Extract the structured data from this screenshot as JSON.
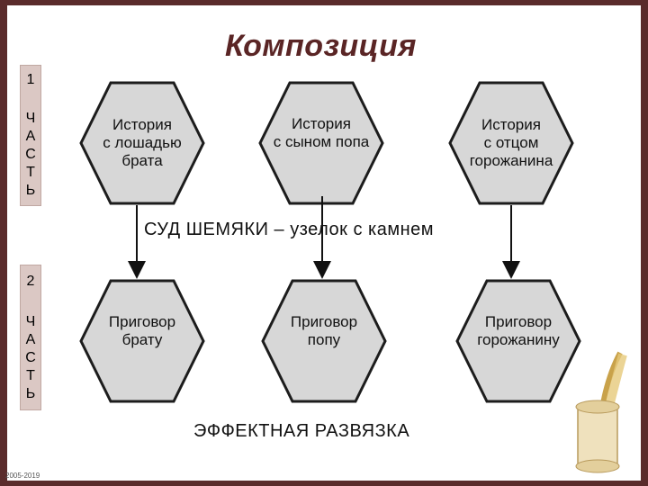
{
  "slide": {
    "title": "Композиция",
    "footer": "2005-2019"
  },
  "part1": {
    "number": "1",
    "word": [
      "Ч",
      "А",
      "С",
      "Т",
      "Ь"
    ]
  },
  "part2": {
    "number": "2",
    "word": [
      "Ч",
      "А",
      "С",
      "Т",
      "Ь"
    ]
  },
  "top_row": [
    {
      "lines": [
        "История",
        "с лошадью",
        "брата"
      ]
    },
    {
      "lines": [
        "История",
        "с сыном попа"
      ]
    },
    {
      "lines": [
        "История",
        "с отцом",
        "горожанина"
      ]
    }
  ],
  "middle": {
    "judgement": "СУД  ШЕМЯКИ – узелок с камнем"
  },
  "bottom_row": [
    {
      "lines": [
        "Приговор",
        "брату"
      ]
    },
    {
      "lines": [
        "Приговор",
        "попу"
      ]
    },
    {
      "lines": [
        "Приговор",
        "горожанину"
      ]
    }
  ],
  "ending": {
    "text": "ЭФФЕКТНАЯ   РАЗВЯЗКА"
  },
  "colors": {
    "hex_fill": "#d7d7d7",
    "hex_stroke": "#1c1c1c",
    "side_fill": "#dbc8c4",
    "title": "#5a2525",
    "border": "#5a2b2b"
  }
}
